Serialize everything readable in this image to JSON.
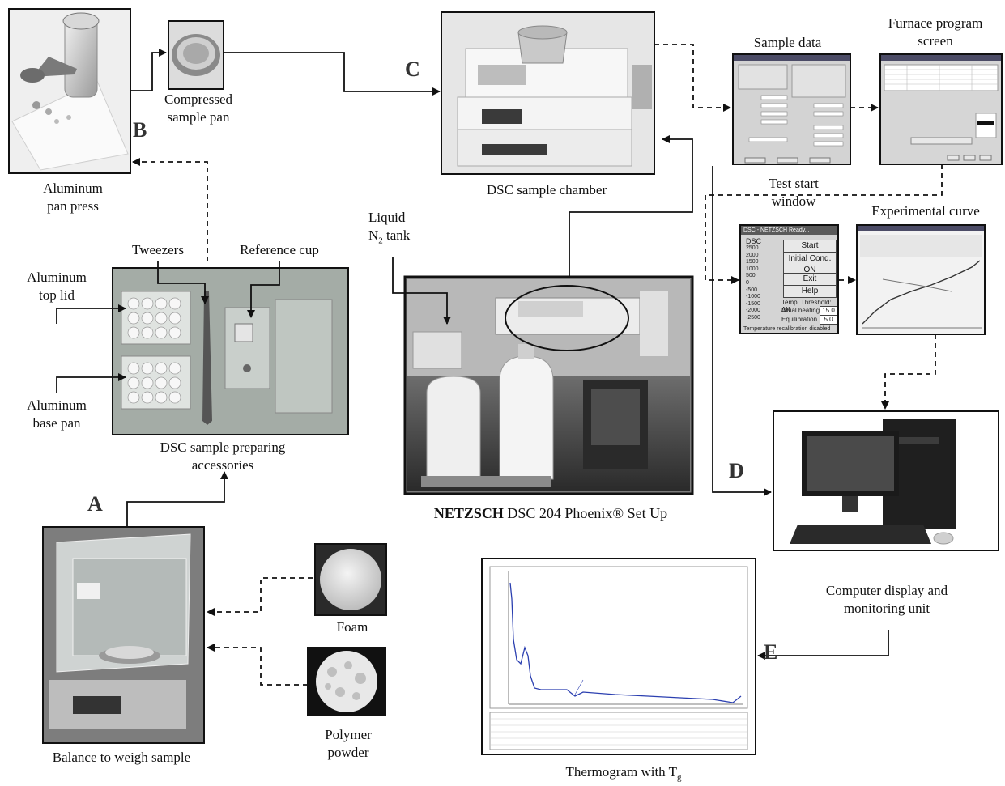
{
  "labels": {
    "aluminum_pan_press": [
      "Aluminum",
      "pan press"
    ],
    "compressed_sample_pan": [
      "Compressed",
      "sample pan"
    ],
    "dsc_sample_chamber": "DSC sample chamber",
    "sample_data": "Sample data",
    "furnace_program_screen": [
      "Furnace program",
      "screen"
    ],
    "test_start_window": [
      "Test start",
      "window"
    ],
    "experimental_curve": "Experimental curve",
    "liquid_n2_tank": [
      "Liquid",
      "N",
      "2",
      " tank"
    ],
    "tweezers": "Tweezers",
    "reference_cup": "Reference cup",
    "aluminum_top_lid": [
      "Aluminum",
      "top lid"
    ],
    "aluminum_base_pan": [
      "Aluminum",
      "base pan"
    ],
    "dsc_sample_preparing_accessories": [
      "DSC sample preparing",
      "accessories"
    ],
    "setup_brand": "NETZSCH",
    "setup_rest": " DSC 204 Phoenix® Set Up",
    "computer_display": [
      "Computer display and",
      "monitoring unit"
    ],
    "foam": "Foam",
    "polymer_powder": [
      "Polymer",
      "powder"
    ],
    "balance": "Balance to weigh sample",
    "thermogram": [
      "Thermogram with T",
      "g"
    ]
  },
  "steps": {
    "a": "A",
    "b": "B",
    "c": "C",
    "d": "D",
    "e": "E"
  },
  "test_start": {
    "title": "DSC - NETZSCH Ready...",
    "axis_label": "DSC",
    "ticks": [
      "2500",
      "2000",
      "1500",
      "1000",
      "500",
      "0",
      "-500",
      "-1000",
      "-1500",
      "-2000",
      "-2500"
    ],
    "buttons": [
      "Start",
      "Initial Cond. ON",
      "Exit",
      "Help"
    ],
    "threshold_label": "Temp. Threshold: ΔK",
    "initial_heating_label": "Initial heating",
    "initial_heating_value": "15.0",
    "equilibration_label": "Equilibration",
    "equilibration_value": "5.0",
    "status": "Temperature recalibration disabled"
  },
  "colors": {
    "line": "#111111",
    "curve": "#2b3fb0",
    "photo_border": "#111111"
  },
  "icons": [
    "aluminum-pan-press-photo",
    "compressed-pan-photo",
    "dsc-chamber-photo",
    "netzsch-setup-photo",
    "computer-monitor-icon",
    "balance-photo",
    "foam-sample-photo",
    "polymer-powder-photo"
  ]
}
